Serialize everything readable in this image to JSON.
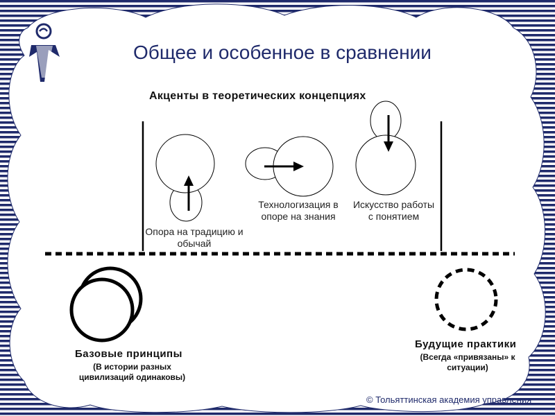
{
  "title": "Общее и особенное в сравнении",
  "subtitle": "Акценты в теоретических концепциях",
  "concepts": [
    {
      "caption": "Опора на традицию и обычай",
      "icon": "upward-arrow-icon"
    },
    {
      "caption": "Технологизация в опоре на знания",
      "icon": "rightward-arrow-icon"
    },
    {
      "caption": "Искусство работы с понятием",
      "icon": "downward-arrow-icon"
    }
  ],
  "base": {
    "title": "Базовые принципы",
    "note": "(В истории разных цивилизаций одинаковы)"
  },
  "future": {
    "title": "Будущие практики",
    "note": "(Всегда «привязаны» к ситуации)"
  },
  "footer": "© Тольяттинская академия управления",
  "colors": {
    "frame_navy": "#1f2a6b",
    "title_text": "#1f2a6b",
    "diagram_lines": "#000000"
  },
  "logo_icon": "person-figure-icon"
}
